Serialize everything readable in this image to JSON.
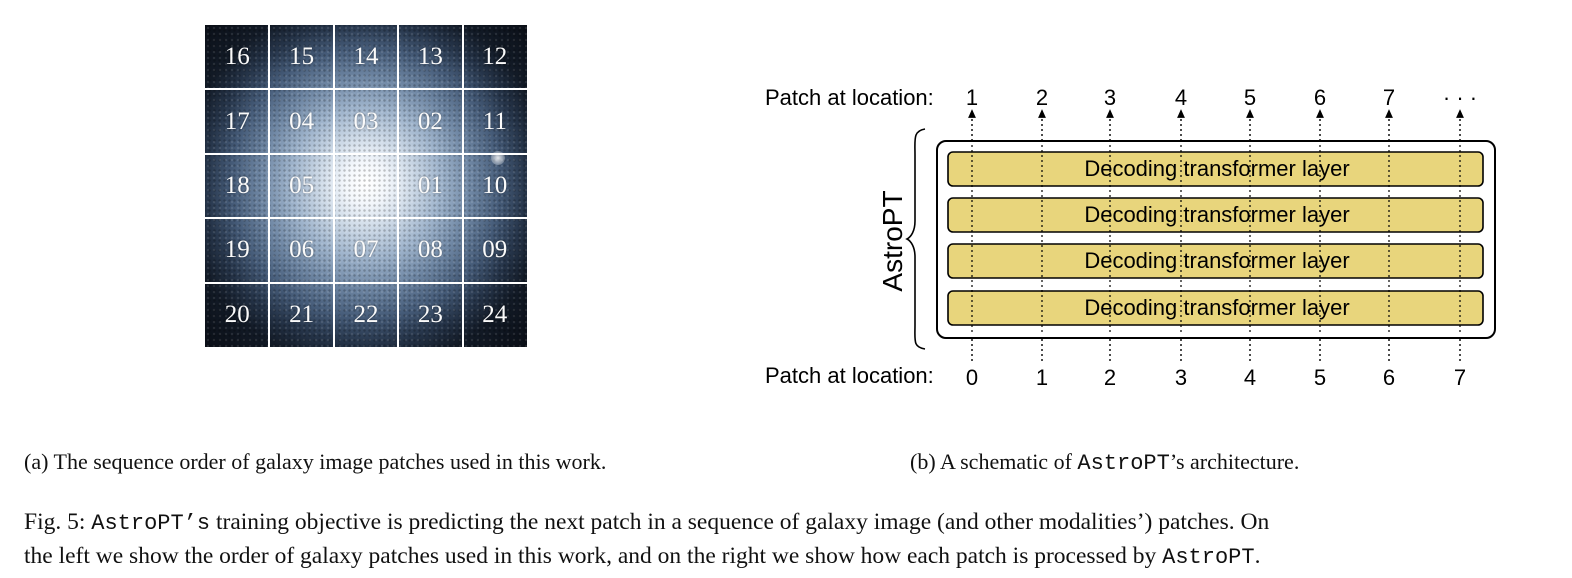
{
  "panel_a": {
    "patch_labels": [
      [
        "16",
        "15",
        "14",
        "13",
        "12"
      ],
      [
        "17",
        "04",
        "03",
        "02",
        "11"
      ],
      [
        "18",
        "05",
        "",
        "01",
        "10"
      ],
      [
        "19",
        "06",
        "07",
        "08",
        "09"
      ],
      [
        "20",
        "21",
        "22",
        "23",
        "24"
      ]
    ],
    "caption": "(a) The sequence order of galaxy image patches used in this work."
  },
  "panel_b": {
    "model_label": "AstroPT",
    "top_row_label": "Patch at location:",
    "top_indices": [
      "1",
      "2",
      "3",
      "4",
      "5",
      "6",
      "7",
      "· · ·"
    ],
    "bottom_row_label": "Patch at location:",
    "bottom_indices": [
      "0",
      "1",
      "2",
      "3",
      "4",
      "5",
      "6",
      "7"
    ],
    "layers": [
      "Decoding transformer layer",
      "Decoding transformer layer",
      "Decoding transformer layer",
      "Decoding transformer layer"
    ],
    "colors": {
      "layer_fill": "#e8d57c",
      "layer_stroke": "#000000"
    },
    "caption_prefix": "(b) A schematic of ",
    "caption_code": "AstroPT",
    "caption_suffix": "’s architecture."
  },
  "figure_caption": {
    "label": "Fig. 5: ",
    "code_1": "AstroPT’s",
    "text_1": " training objective is predicting the next patch in a sequence of galaxy image (and other modalities’) patches. On",
    "text_2": "the left we show the order of galaxy patches used in this work, and on the right we show how each patch is processed by ",
    "code_2": "AstroPT",
    "text_3": "."
  }
}
